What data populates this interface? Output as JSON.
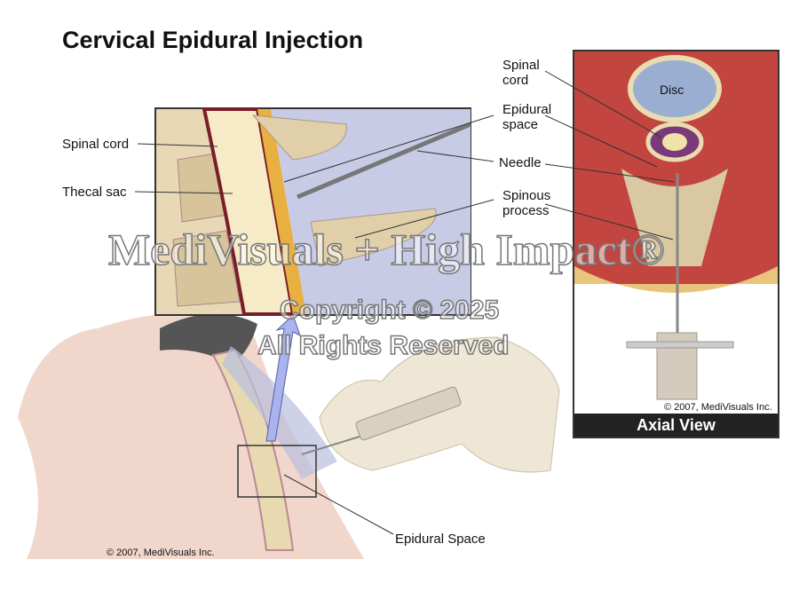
{
  "title": "Cervical Epidural Injection",
  "labels": {
    "spinal_cord_left": "Spinal cord",
    "thecal_sac": "Thecal sac",
    "spinal_cord_right_1": "Spinal",
    "spinal_cord_right_2": "cord",
    "epidural_space_1": "Epidural",
    "epidural_space_2": "space",
    "needle": "Needle",
    "spinous_process_1": "Spinous",
    "spinous_process_2": "process",
    "disc": "Disc",
    "epidural_space_bottom": "Epidural Space"
  },
  "axial": {
    "caption": "Axial View",
    "copyright": "© 2007, MediVisuals Inc."
  },
  "copyright_main": "© 2007, MediVisuals Inc.",
  "watermark": {
    "line1": "MediVisuals + High Impact®",
    "line2": "Copyright © 2025",
    "line3": "All Rights Reserved"
  }
}
